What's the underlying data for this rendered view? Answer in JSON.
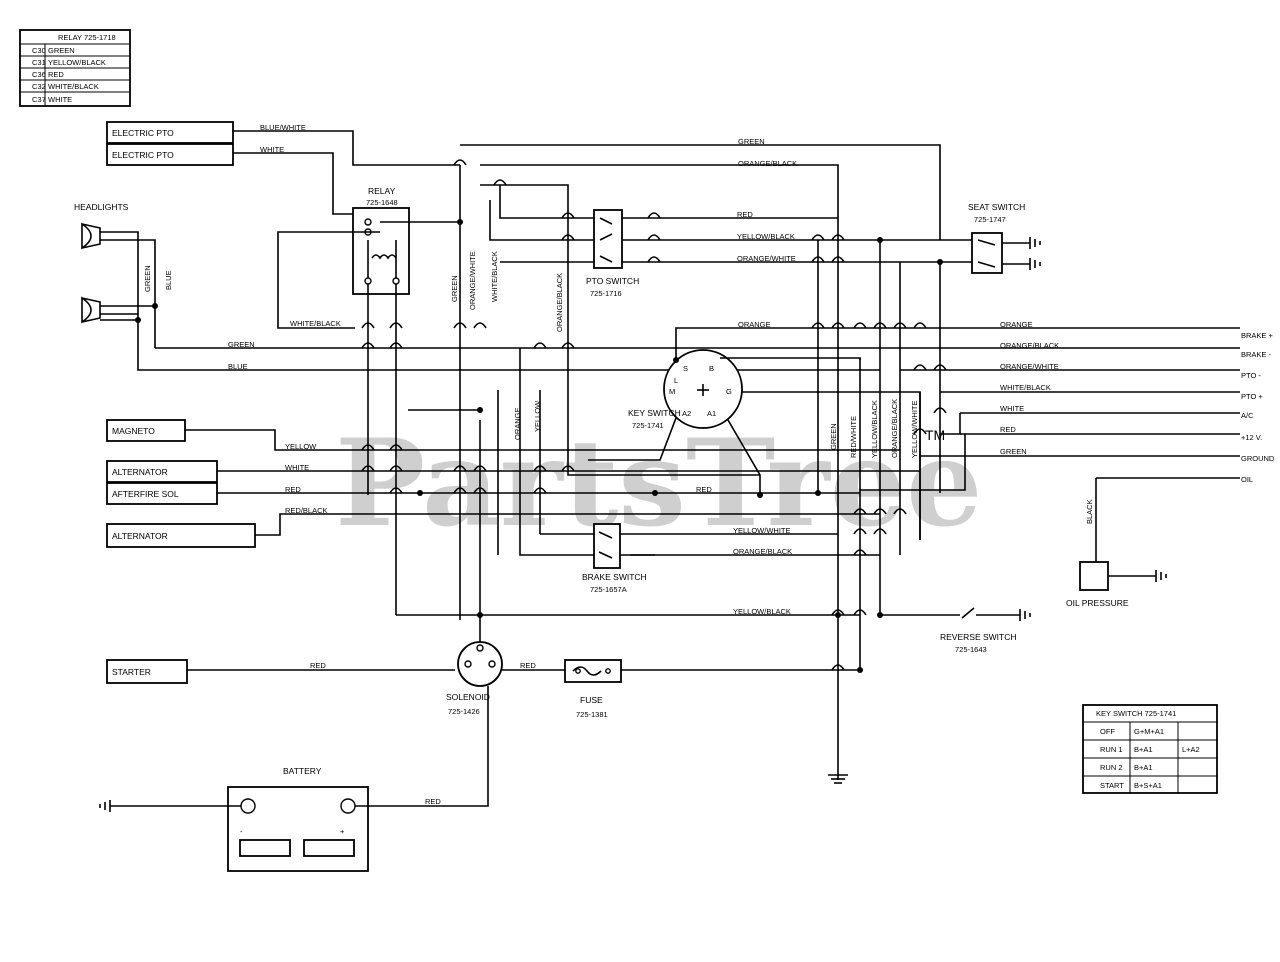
{
  "watermark": "PartsTree",
  "watermark_tm": "TM",
  "relay_table": {
    "title": "RELAY 725-1718",
    "rows": [
      {
        "code": "C30",
        "color": "GREEN"
      },
      {
        "code": "C31",
        "color": "YELLOW/BLACK"
      },
      {
        "code": "C36",
        "color": "RED"
      },
      {
        "code": "C32",
        "color": "WHITE/BLACK"
      },
      {
        "code": "C37",
        "color": "WHITE"
      }
    ]
  },
  "components": {
    "electric_pto_1": "ELECTRIC PTO",
    "electric_pto_2": "ELECTRIC PTO",
    "headlights": "HEADLIGHTS",
    "relay": "RELAY",
    "relay_part": "725-1648",
    "pto_switch": "PTO SWITCH",
    "pto_switch_part": "725-1716",
    "seat_switch": "SEAT SWITCH",
    "seat_switch_part": "725-1747",
    "magneto": "MAGNETO",
    "alternator_1": "ALTERNATOR",
    "afterfire_sol": "AFTERFIRE SOL",
    "alternator_2": "ALTERNATOR",
    "key_switch": "KEY SWITCH",
    "key_switch_part": "725-1741",
    "brake_switch": "BRAKE SWITCH",
    "brake_switch_part": "725-1657A",
    "starter": "STARTER",
    "solenoid": "SOLENOID",
    "solenoid_part": "725-1426",
    "fuse": "FUSE",
    "fuse_part": "725-1381",
    "battery": "BATTERY",
    "reverse_switch": "REVERSE SWITCH",
    "reverse_switch_part": "725-1643",
    "oil_pressure": "OIL PRESSURE"
  },
  "key_switch_terminals": {
    "s": "S",
    "b": "B",
    "l": "L",
    "m": "M",
    "g": "G",
    "a2": "A2",
    "a1": "A1"
  },
  "battery_terminals": {
    "neg": "-",
    "pos": "+"
  },
  "wires": {
    "blue_white": "BLUE/WHITE",
    "white": "WHITE",
    "green_top": "GREEN",
    "orange_black_top": "ORANGE/BLACK",
    "red_pto": "RED",
    "yellow_black_pto": "YELLOW/BLACK",
    "orange_white_pto": "ORANGE/WHITE",
    "green_v_head": "GREEN",
    "blue_v_head": "BLUE",
    "green_v_relay": "GREEN",
    "orange_white_v": "ORANGE/WHITE",
    "white_black_v": "WHITE/BLACK",
    "orange_black_v": "ORANGE/BLACK",
    "white_black_h": "WHITE/BLACK",
    "green_h": "GREEN",
    "blue_h": "BLUE",
    "orange_key": "ORANGE",
    "orange_v": "ORANGE",
    "yellow_v": "YELLOW",
    "yellow_h": "YELLOW",
    "white_h": "WHITE",
    "red_h": "RED",
    "red_black_h": "RED/BLACK",
    "red_key": "RED",
    "yellow_white_h": "YELLOW/WHITE",
    "orange_black_h": "ORANGE/BLACK",
    "yellow_black_h": "YELLOW/BLACK",
    "red_starter": "RED",
    "red_fuse": "RED",
    "red_battery": "RED",
    "green_v_r": "GREEN",
    "red_white_v": "RED/WHITE",
    "yellow_black_v": "YELLOW/BLACK",
    "orange_black_v_r": "ORANGE/BLACK",
    "yellow_white_v": "YELLOW/WHITE",
    "black_v": "BLACK"
  },
  "harness_outputs": [
    {
      "wire": "ORANGE",
      "terminal": "BRAKE +"
    },
    {
      "wire": "ORANGE/BLACK",
      "terminal": "BRAKE -"
    },
    {
      "wire": "ORANGE/WHITE",
      "terminal": "PTO -"
    },
    {
      "wire": "WHITE/BLACK",
      "terminal": "PTO +"
    },
    {
      "wire": "WHITE",
      "terminal": "A/C"
    },
    {
      "wire": "RED",
      "terminal": "+12 V."
    },
    {
      "wire": "GREEN",
      "terminal": "GROUND"
    },
    {
      "wire": "",
      "terminal": "OIL"
    }
  ],
  "key_switch_table": {
    "title": "KEY SWITCH 725-1741",
    "rows": [
      {
        "position": "OFF",
        "c1": "G+M+A1",
        "c2": ""
      },
      {
        "position": "RUN 1",
        "c1": "B+A1",
        "c2": "L+A2"
      },
      {
        "position": "RUN 2",
        "c1": "B+A1",
        "c2": ""
      },
      {
        "position": "START",
        "c1": "B+S+A1",
        "c2": ""
      }
    ]
  }
}
